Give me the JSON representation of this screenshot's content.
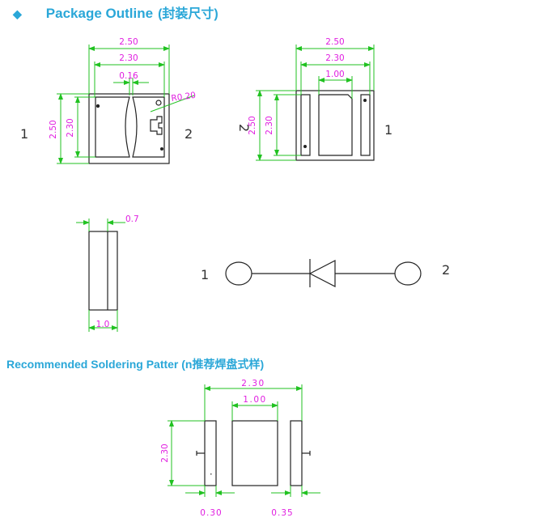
{
  "header": {
    "bullet": "◆",
    "title": "Package  Outline",
    "title_zh": "(封装尺寸)"
  },
  "section2": {
    "title": "Recommended Soldering Patter (n推荐焊盘式样)"
  },
  "dims": {
    "top_view": {
      "w_outer": "2.50",
      "w_inner": "2.30",
      "gap": "0.16",
      "radius": "R0.20",
      "h_outer": "2.50",
      "h_inner": "2.30"
    },
    "bottom_view": {
      "w_outer": "2.50",
      "w_inner": "2.30",
      "center": "1.00",
      "h_outer": "2.50",
      "h_inner": "2.30"
    },
    "side_view": {
      "thickness": "0.7",
      "width": "1.0"
    },
    "pattern": {
      "w_total": "2.30",
      "center": "1.00",
      "height": "2.30",
      "left_pad": "0.30",
      "right_pad": "0.35"
    }
  },
  "pins": {
    "top_left": "1",
    "top_right": "2",
    "bottom_left": "2",
    "bottom_right": "1",
    "schem_left": "1",
    "schem_right": "2"
  },
  "colors": {
    "heading": "#2aa7d8",
    "dimension_text": "#e01ee0",
    "dimension_line": "#21c221"
  }
}
